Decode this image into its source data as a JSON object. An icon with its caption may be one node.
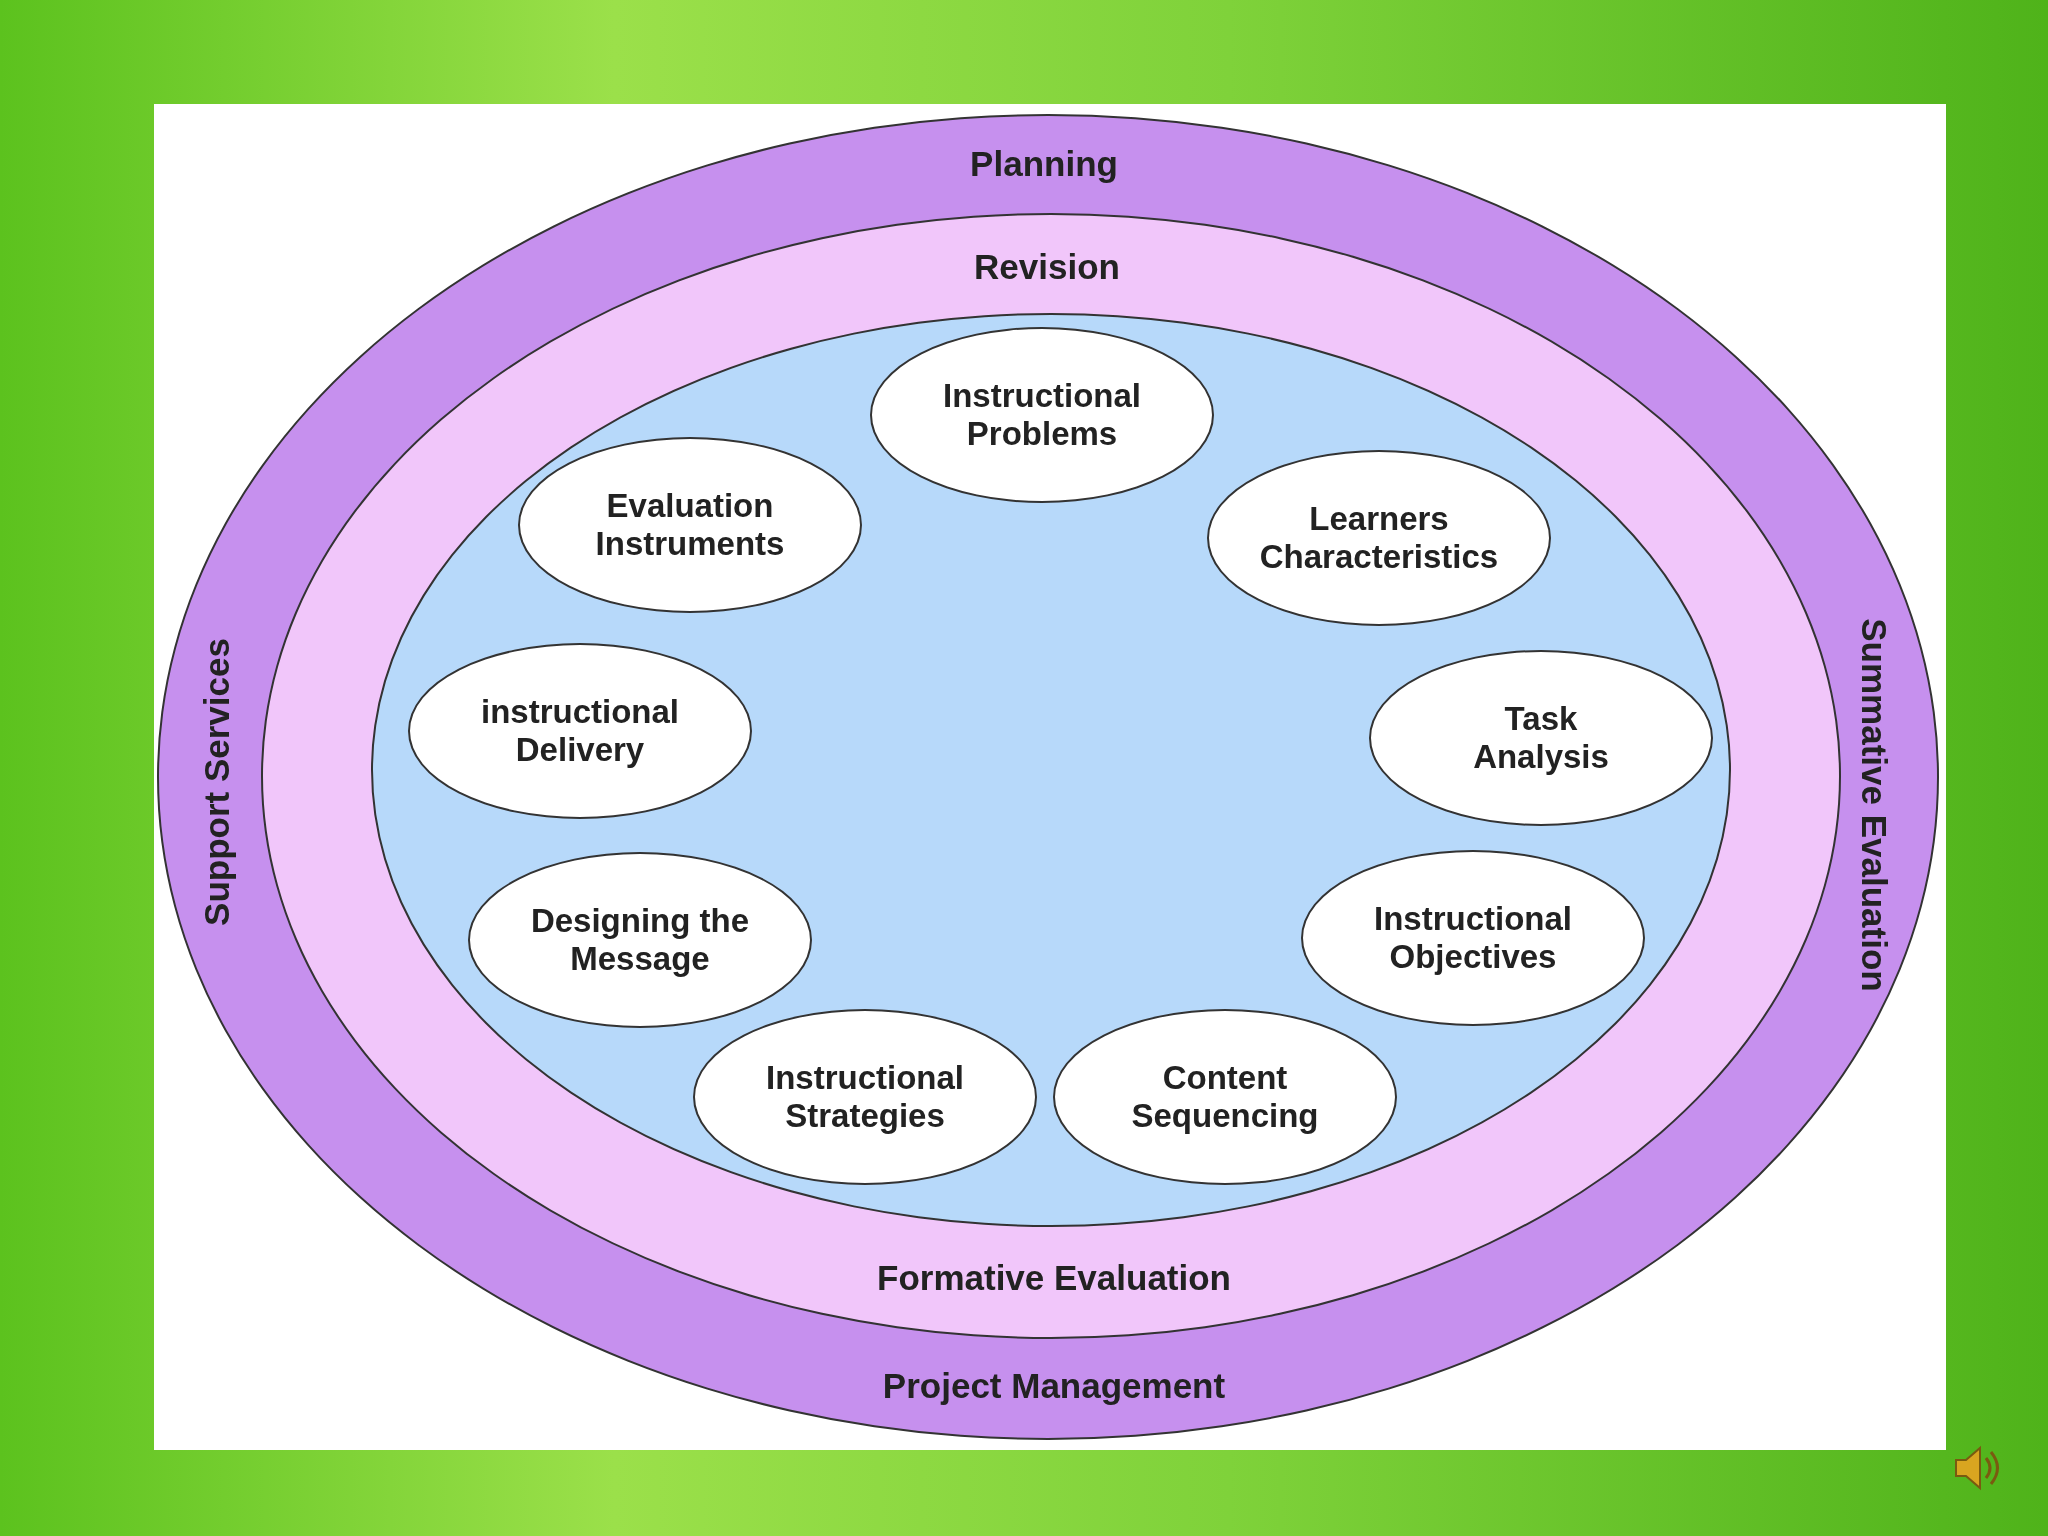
{
  "diagram": {
    "nodes": [
      {
        "text": [
          "Planning",
          "Support Services",
          "Summative Evaluation",
          "Project Management"
        ]
      },
      {
        "text": [
          "Revision",
          "Formative Evaluation"
        ],
        "in": 0
      },
      {
        "text": [],
        "shape": "circle",
        "in": 1
      },
      {
        "text": [
          "Instructional Problems"
        ],
        "in": 2
      },
      {
        "text": [
          "Learners Characteristics"
        ],
        "in": 2
      },
      {
        "text": [
          "Task Analysis"
        ],
        "in": 2
      },
      {
        "text": [
          "Instructional Objectives"
        ],
        "in": 2
      },
      {
        "text": [
          "Content Sequencing"
        ],
        "in": 2
      },
      {
        "text": [
          "Instructional Strategies"
        ],
        "in": 2
      },
      {
        "text": [
          "Designing the Message"
        ],
        "in": 2
      },
      {
        "text": [
          "instructional Delivery"
        ],
        "in": 2
      },
      {
        "text": [
          "Evaluation Instruments"
        ],
        "in": 2
      }
    ],
    "edges": []
  }
}
